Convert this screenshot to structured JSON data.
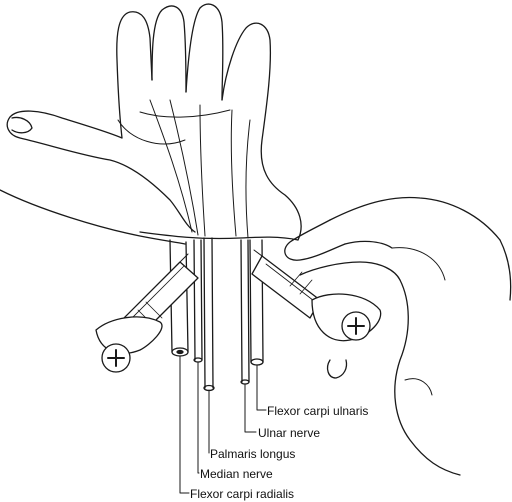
{
  "labels": {
    "flexor_carpi_ulnaris": "Flexor carpi ulnaris",
    "ulnar_nerve": "Ulnar nerve",
    "palmaris_longus": "Palmaris longus",
    "median_nerve": "Median nerve",
    "flexor_carpi_radialis": "Flexor carpi radialis"
  },
  "colors": {
    "line": "#1a1a1a",
    "background": "#ffffff"
  }
}
